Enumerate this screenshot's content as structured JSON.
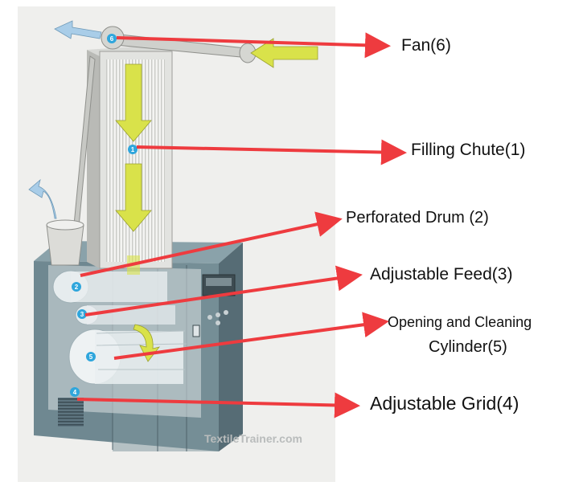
{
  "labels": {
    "fan": "Fan(6)",
    "filling_chute": "Filling Chute(1)",
    "perforated_drum": "Perforated Drum (2)",
    "adjustable_feed": "Adjustable Feed(3)",
    "opening_cleaning_line1": "Opening and Cleaning",
    "opening_cleaning_line2": "Cylinder(5)",
    "adjustable_grid": "Adjustable Grid(4)"
  },
  "badges": {
    "b1": "1",
    "b2": "2",
    "b3": "3",
    "b4": "4",
    "b5": "5",
    "b6": "6"
  },
  "watermark": "TextileTrainer.com",
  "colors": {
    "arrow_red": "#ee3b3f",
    "airflow_green": "#d9e24a",
    "airflow_blue": "#a9cde8",
    "machine_body": "#6f8891",
    "badge_blue": "#2fa6dc"
  }
}
